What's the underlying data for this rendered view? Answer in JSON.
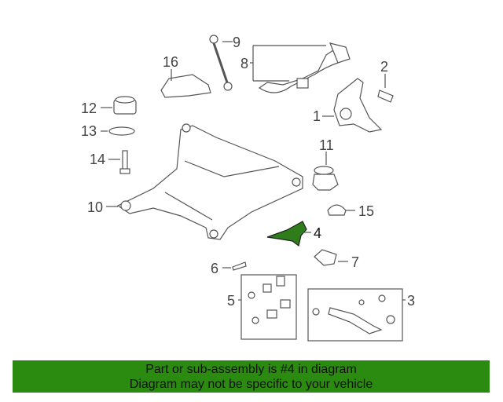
{
  "callouts": {
    "c1": "1",
    "c2": "2",
    "c3": "3",
    "c4": "4",
    "c5": "5",
    "c6": "6",
    "c7": "7",
    "c8": "8",
    "c9": "9",
    "c10": "10",
    "c11": "11",
    "c12": "12",
    "c13": "13",
    "c14": "14",
    "c15": "15",
    "c16": "16"
  },
  "banner": {
    "line1": "Part or sub-assembly is #4 in diagram",
    "line2": "Diagram may not be specific to your vehicle"
  },
  "colors": {
    "highlight_part": "#2e7d1a",
    "banner_bg": "#2b8a10"
  }
}
